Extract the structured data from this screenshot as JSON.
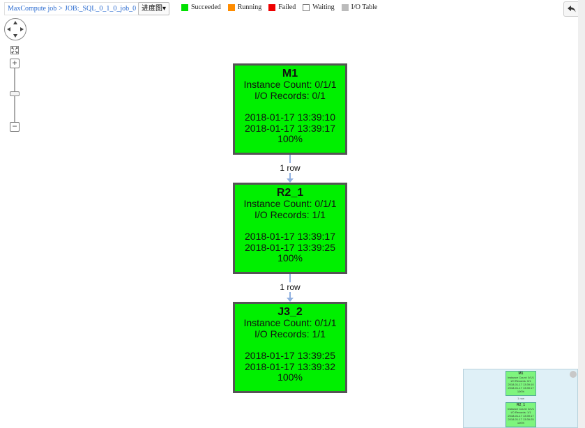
{
  "breadcrumb": {
    "root": "MaxCompute job",
    "separator": ">",
    "job": "JOB:_SQL_0_1_0_job_0"
  },
  "view_dropdown": {
    "label": "进度图",
    "caret": "▾"
  },
  "legend": [
    {
      "label": "Succeeded",
      "color": "#00e000"
    },
    {
      "label": "Running",
      "color": "#ff8c00"
    },
    {
      "label": "Failed",
      "color": "#ee0000"
    },
    {
      "label": "Waiting",
      "color": "#ffffff"
    },
    {
      "label": "I/O Table",
      "color": "#bbbbbb"
    }
  ],
  "icons": {
    "back": "back-arrow-icon",
    "pan": "pan-arrows-icon",
    "fit": "fit-screen-icon"
  },
  "zoom": {
    "plus": "+",
    "minus": "−",
    "level": 0.5
  },
  "nodes": [
    {
      "name": "M1",
      "instance": "Instance Count: 0/1/1",
      "io": "I/O Records: 0/1",
      "start": "2018-01-17 13:39:10",
      "end": "2018-01-17 13:39:17",
      "progress": "100%"
    },
    {
      "name": "R2_1",
      "instance": "Instance Count: 0/1/1",
      "io": "I/O Records: 1/1",
      "start": "2018-01-17 13:39:17",
      "end": "2018-01-17 13:39:25",
      "progress": "100%"
    },
    {
      "name": "J3_2",
      "instance": "Instance Count: 0/1/1",
      "io": "I/O Records: 1/1",
      "start": "2018-01-17 13:39:25",
      "end": "2018-01-17 13:39:32",
      "progress": "100%"
    }
  ],
  "edges": [
    {
      "label": "1 row"
    },
    {
      "label": "1 row"
    }
  ],
  "minimap": {
    "nodes": [
      {
        "name": "M1",
        "instance": "Instance Count: 0/1/1",
        "io": "I/O Records: 0/1",
        "start": "2018-01-17 13:39:10",
        "end": "2018-01-17 13:39:17",
        "progress": "100%"
      },
      {
        "name": "R2_1",
        "instance": "Instance Count: 0/1/1",
        "io": "I/O Records: 1/1",
        "start": "2018-01-17 13:39:17",
        "end": "2018-01-17 13:39:25",
        "progress": "100%"
      }
    ],
    "edge_label": "1 row"
  }
}
